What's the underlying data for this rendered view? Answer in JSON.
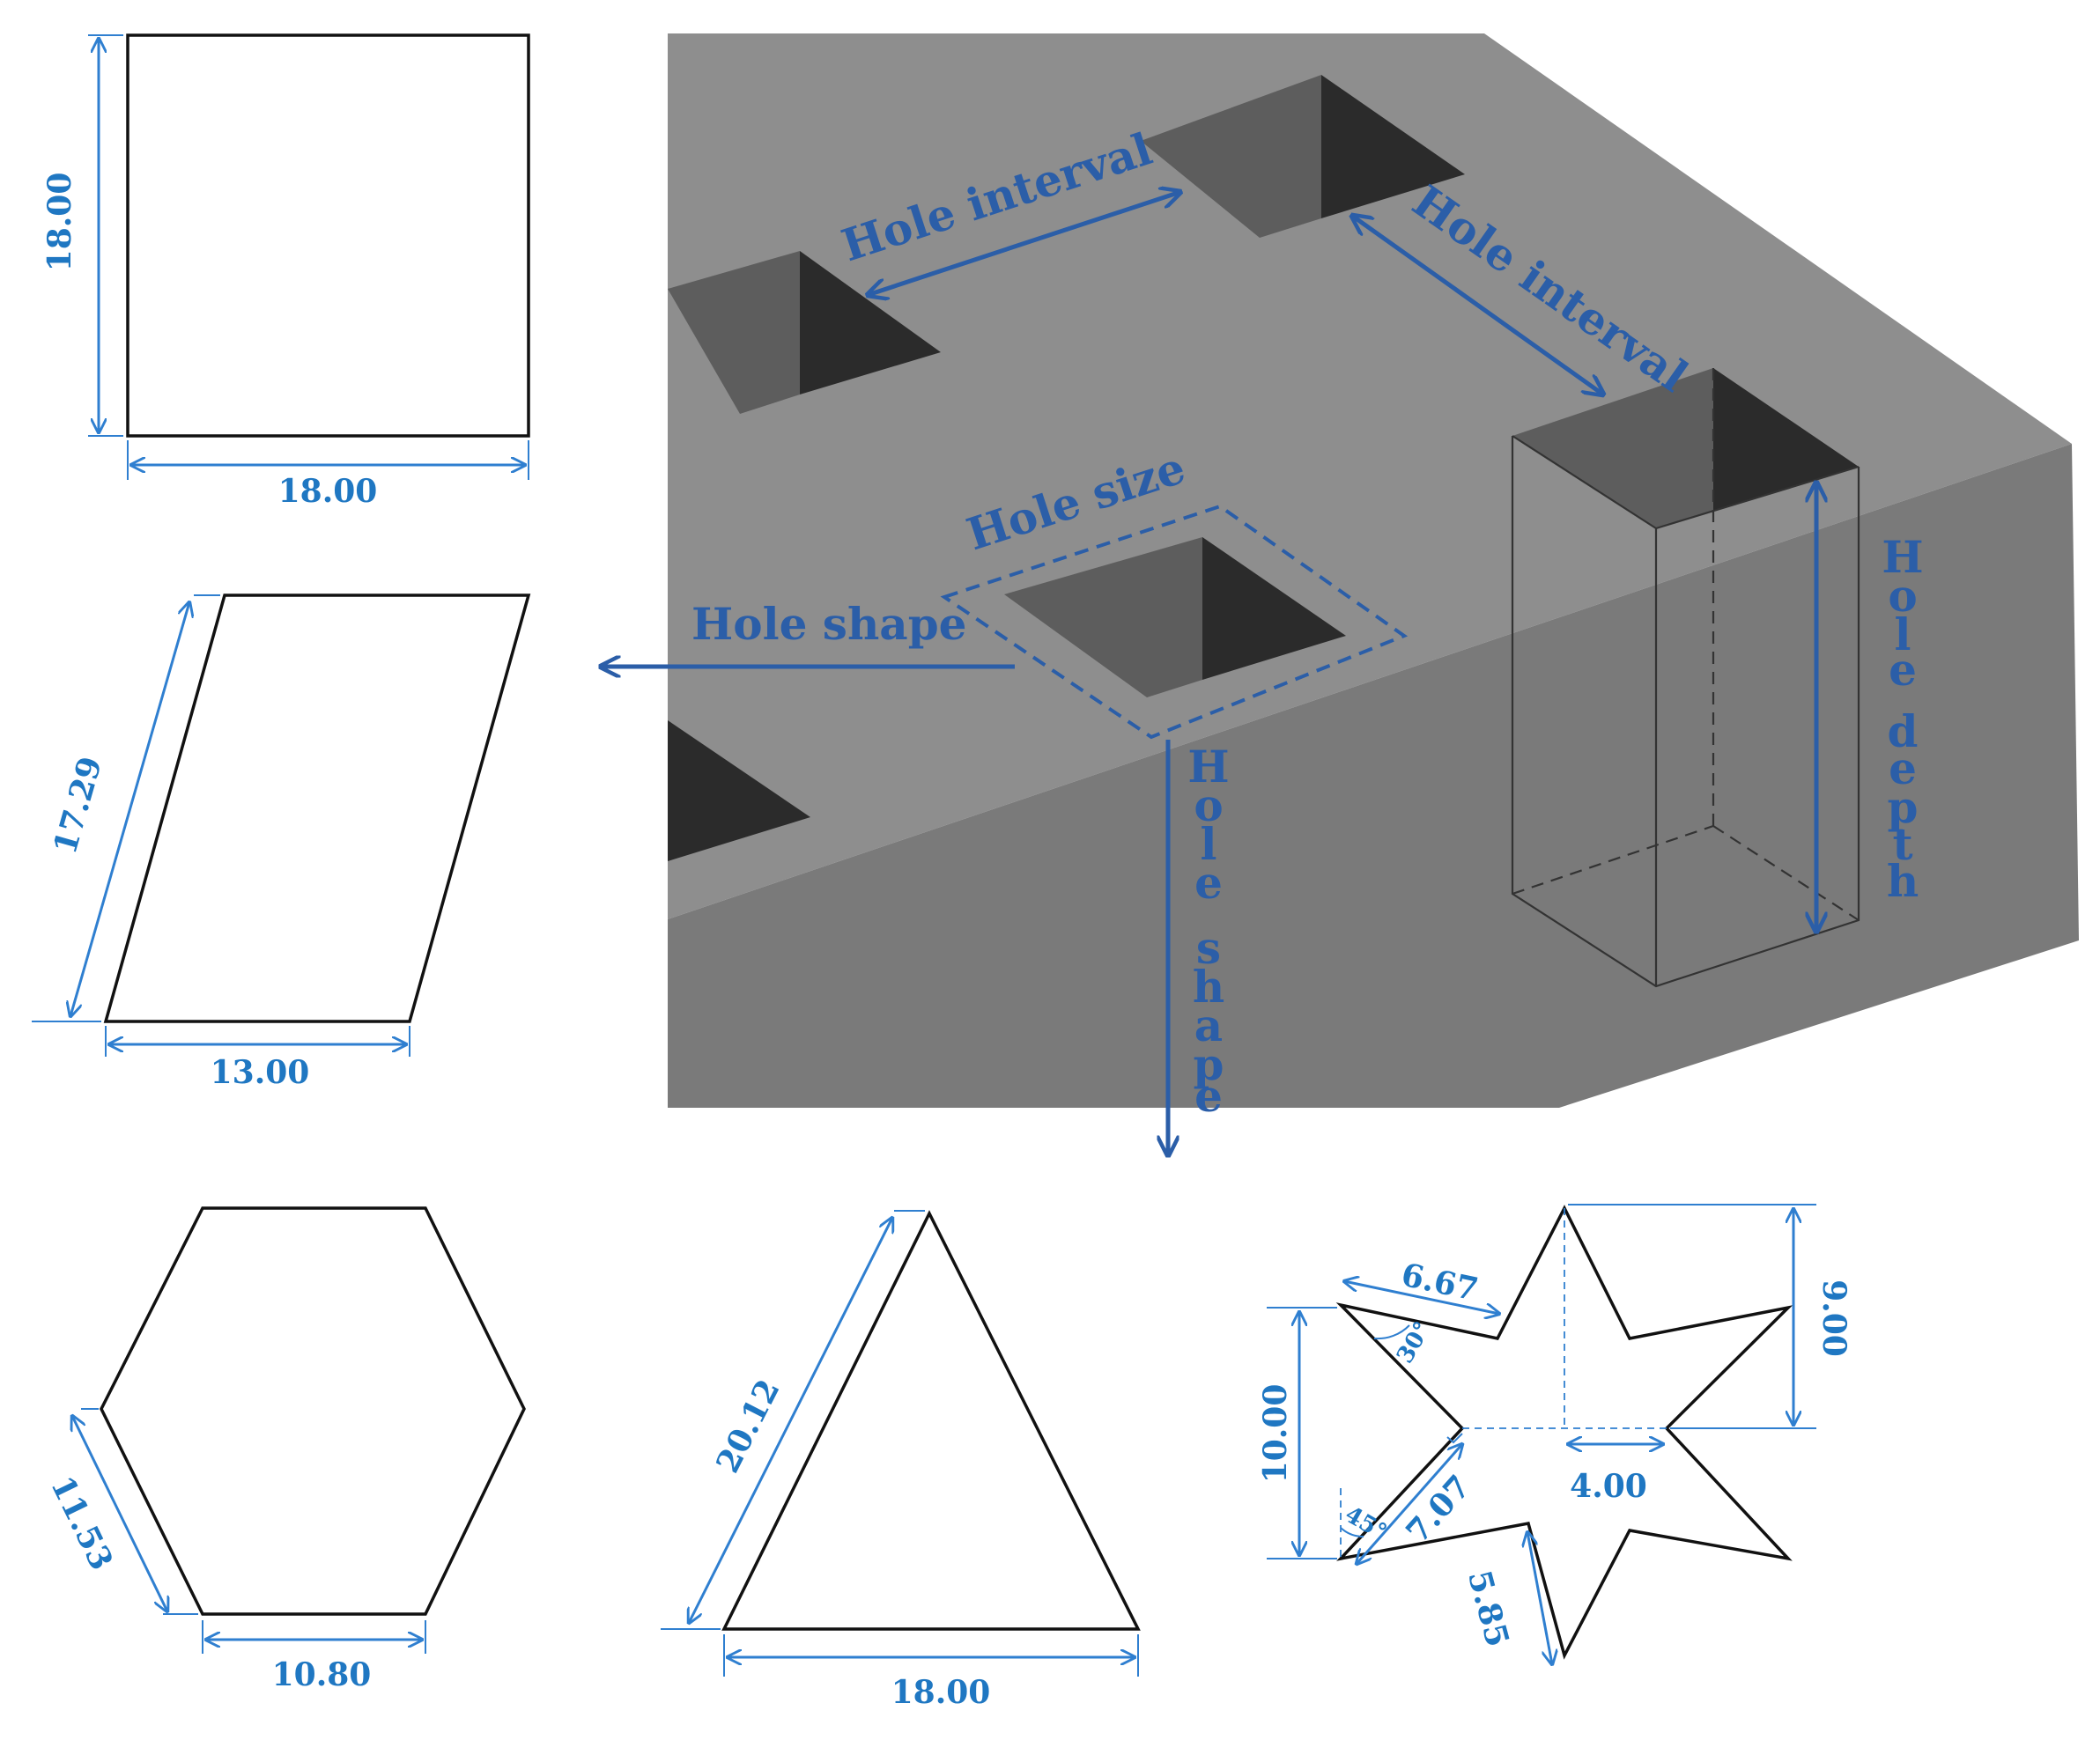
{
  "labels": {
    "hole_interval_1": "Hole interval",
    "hole_interval_2": "Hole interval",
    "hole_size": "Hole size",
    "hole_shape_left": "Hole shape",
    "hole_shape_down": [
      "H",
      "o",
      "l",
      "e",
      "",
      "s",
      "h",
      "a",
      "p",
      "e"
    ],
    "hole_depth": [
      "H",
      "o",
      "l",
      "e",
      "",
      "d",
      "e",
      "p",
      "t",
      "h"
    ]
  },
  "square": {
    "height": "18.00",
    "width": "18.00"
  },
  "parallelogram": {
    "side": "17.29",
    "base": "13.00"
  },
  "hexagon": {
    "side": "11.53",
    "width": "10.80"
  },
  "triangle": {
    "side": "20.12",
    "base": "18.00"
  },
  "star": {
    "arm": "6.67",
    "angle_30": "30°",
    "height": "10.00",
    "angle_45": "45°",
    "inner": "7.07",
    "offset": "4.00",
    "tip": "5.85",
    "top": "9.00"
  },
  "colors": {
    "dimension": "#1f77c2",
    "label": "#2b5ea8",
    "block_top": "#8e8e8e",
    "block_side": "#7a7a7a",
    "hole_dark": "#2b2b2b",
    "hole_mid": "#5d5d5d"
  }
}
